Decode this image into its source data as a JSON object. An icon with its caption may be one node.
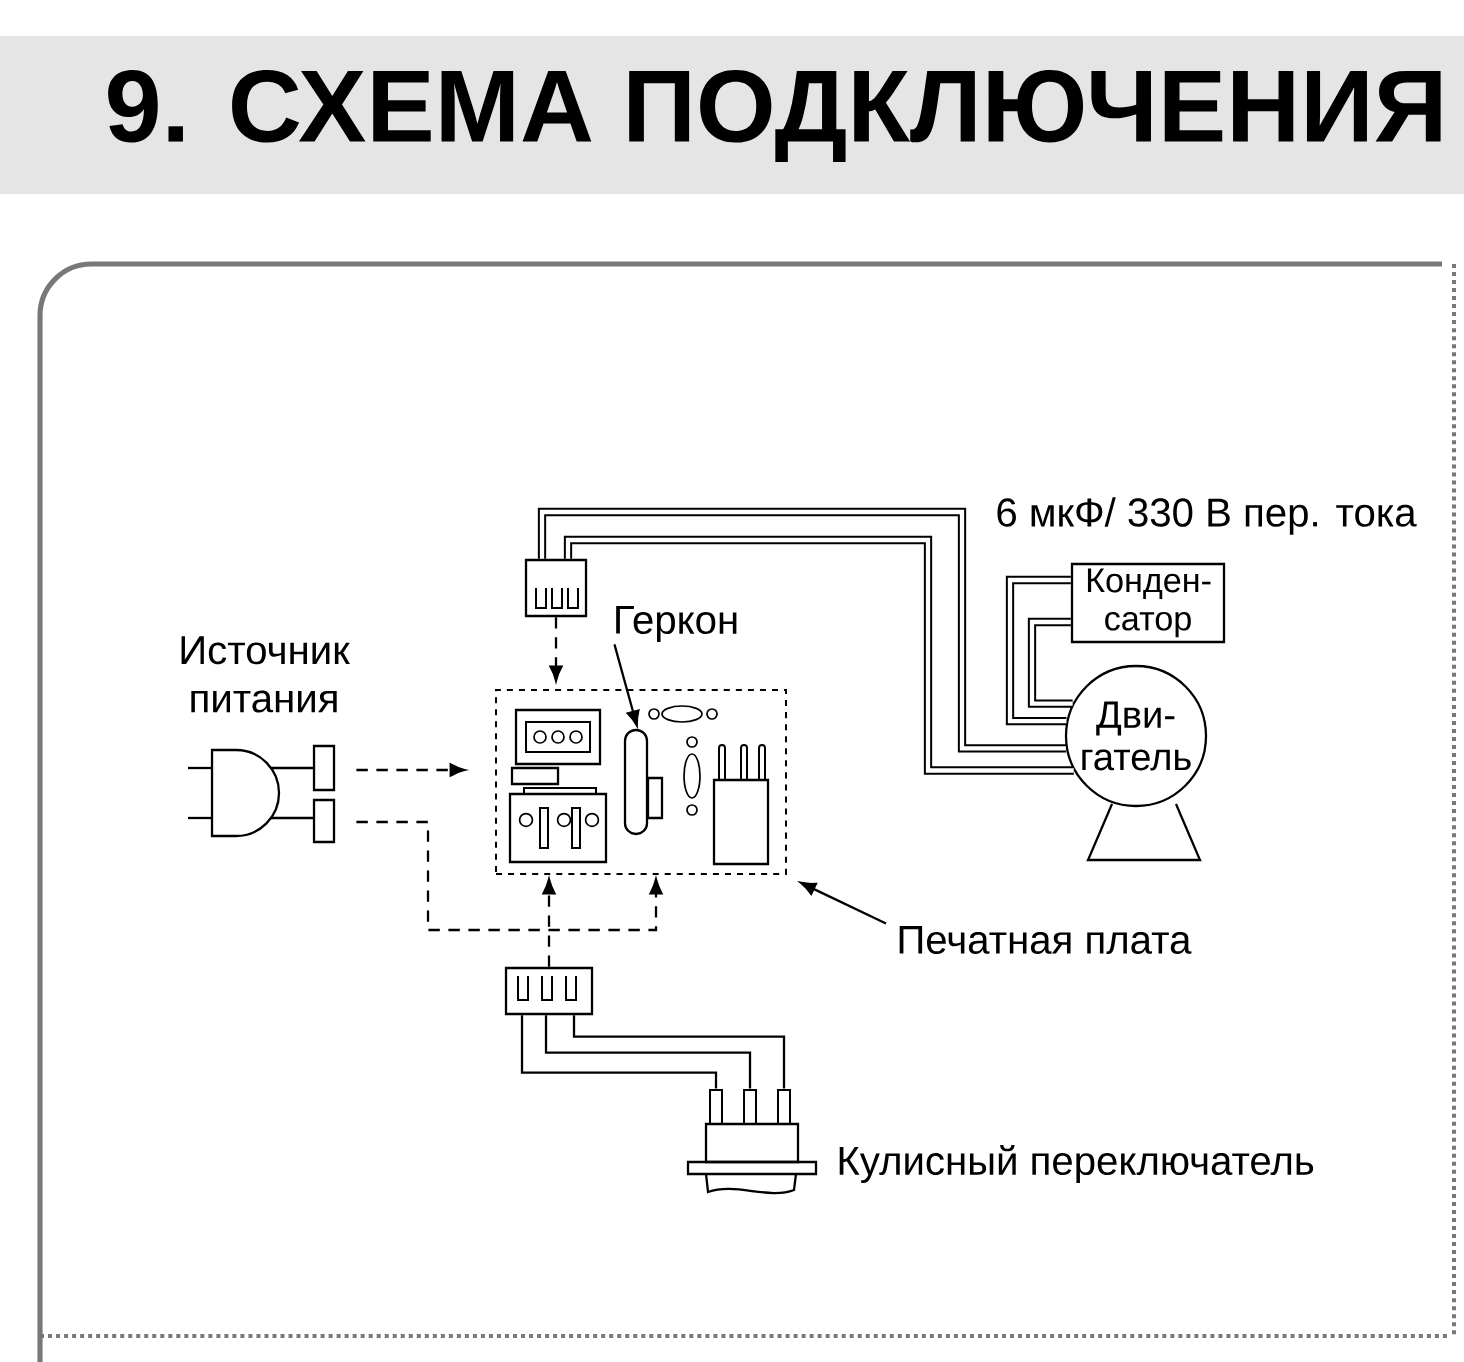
{
  "diagram": {
    "title": "9. СХЕМА ПОДКЛЮЧЕНИЯ",
    "nodes": [
      {
        "text": [],
        "shape": "box"
      },
      {
        "text": [
          "Печатная плата"
        ]
      },
      {
        "text": [
          "Геркон"
        ]
      },
      {
        "text": [],
        "shape": "picture",
        "in": 0
      },
      {
        "text": [
          "Источник питания"
        ]
      },
      {
        "text": [],
        "shape": "box"
      },
      {
        "text": [
          "Конден- сатор"
        ],
        "beside": [
          "6 мкФ/ 330 В пер. тока"
        ]
      },
      {
        "text": [
          "Дви- гатель"
        ]
      },
      {
        "text": [],
        "shape": "box"
      },
      {
        "text": [],
        "shape": "picture",
        "beside": [
          "Кулисный переключатель"
        ]
      }
    ],
    "edges": [
      {
        "from": 4,
        "to": 0,
        "arrow": "to",
        "style": "dashed"
      },
      {
        "from": 4,
        "to": 0,
        "arrow": "to",
        "style": "dashed"
      },
      {
        "from": 5,
        "to": 0,
        "arrow": "to",
        "style": "dashed"
      },
      {
        "from": 8,
        "to": 0,
        "arrow": "to",
        "style": "dashed"
      },
      {
        "from": 5,
        "to": 7,
        "arrow": "none",
        "style": "thick"
      },
      {
        "from": 5,
        "to": 7,
        "arrow": "none",
        "style": "thick"
      },
      {
        "from": 6,
        "to": 7,
        "arrow": "none",
        "style": "thick"
      },
      {
        "from": 6,
        "to": 7,
        "arrow": "none",
        "style": "thick"
      },
      {
        "from": 8,
        "to": 9,
        "arrow": "none"
      },
      {
        "from": 8,
        "to": 9,
        "arrow": "none"
      },
      {
        "from": 8,
        "to": 9,
        "arrow": "none"
      },
      {
        "from": 1,
        "to": 0,
        "arrow": "to"
      },
      {
        "from": 2,
        "to": 3,
        "arrow": "to"
      }
    ]
  }
}
